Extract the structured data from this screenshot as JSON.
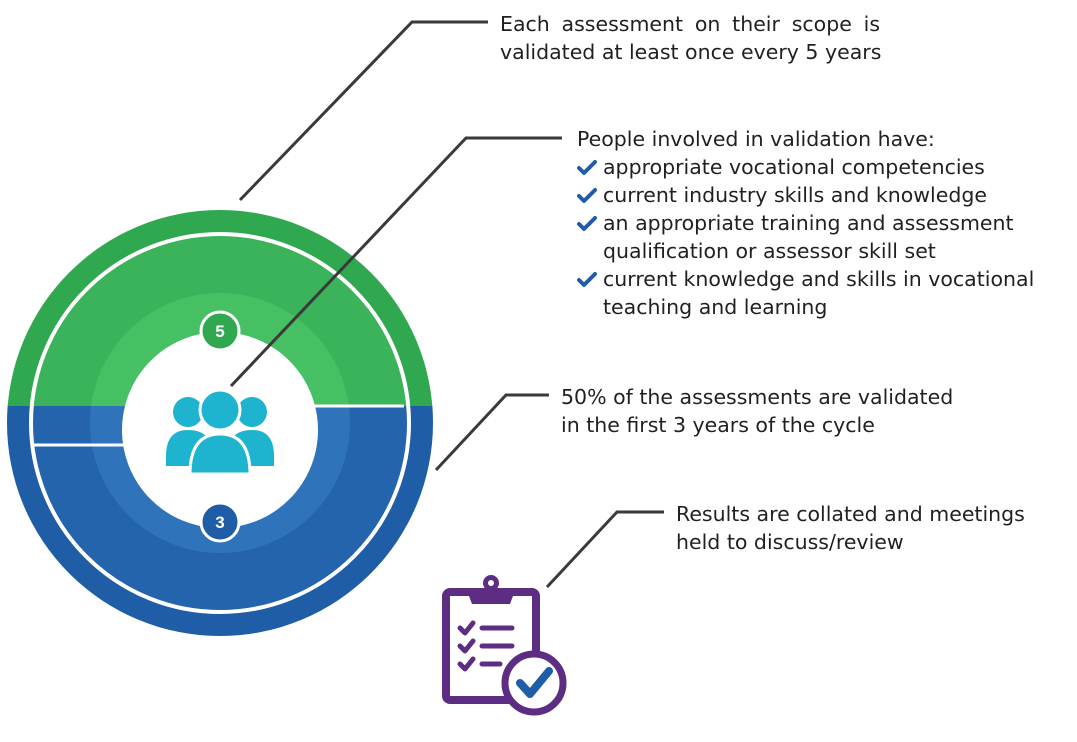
{
  "colors": {
    "green_outer": "#2fa84f",
    "green_inner": "#47bf63",
    "blue_outer": "#1f5da7",
    "blue_inner": "#2f73bb",
    "people_icon": "#1eb3cf",
    "clipboard": "#5c2d82",
    "check_blue": "#1f5da7",
    "leader_line": "#3a3a3a",
    "divider": "#ffffff"
  },
  "center_icon": "people-group-icon",
  "badges": {
    "top": "5",
    "bottom": "3"
  },
  "callouts": {
    "scope": {
      "lines": [
        "Each assessment on their scope is",
        "validated at least once every 5 years"
      ]
    },
    "people": {
      "heading": "People involved in validation have:",
      "items": [
        {
          "lines": [
            "appropriate vocational competencies"
          ]
        },
        {
          "lines": [
            "current industry skills and knowledge"
          ]
        },
        {
          "lines": [
            "an appropriate training and assessment",
            "qualification or assessor skill set"
          ]
        },
        {
          "lines": [
            "current knowledge and skills in vocational",
            "teaching and learning"
          ]
        }
      ]
    },
    "half": {
      "lines": [
        "50% of the assessments are validated",
        "in the first 3 years of the cycle"
      ]
    },
    "results": {
      "lines": [
        "Results are collated and meetings",
        "held to discuss/review"
      ],
      "icon": "clipboard-checklist-icon"
    }
  }
}
